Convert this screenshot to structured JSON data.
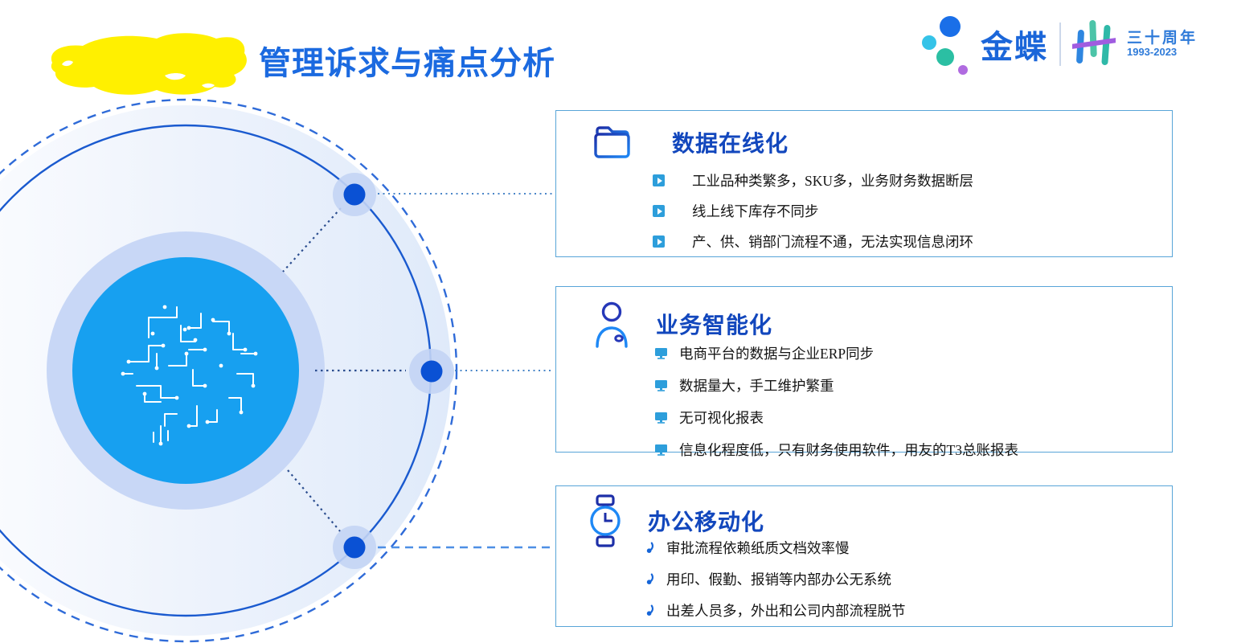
{
  "title": "管理诉求与痛点分析",
  "logo": {
    "brand": "金蝶",
    "anniversary": "三十周年",
    "years": "1993-2023"
  },
  "panels": [
    {
      "icon": "folder-icon",
      "title": "数据在线化",
      "bullets": [
        "工业品种类繁多，SKU多，业务财务数据断层",
        "线上线下库存不同步",
        "产、供、销部门流程不通，无法实现信息闭环"
      ]
    },
    {
      "icon": "user-icon",
      "title": "业务智能化",
      "bullets": [
        "电商平台的数据与企业ERP同步",
        "数据量大，手工维护繁重",
        "无可视化报表",
        "信息化程度低，只有财务使用软件，用友的T3总账报表"
      ]
    },
    {
      "icon": "watch-icon",
      "title": "办公移动化",
      "bullets": [
        "审批流程依赖纸质文档效率慢",
        "用印、假勤、报销等内部办公无系统",
        "出差人员多，外出和公司内部流程脱节"
      ]
    }
  ],
  "colors": {
    "title_blue": "#1b6ae0",
    "panel_title_blue": "#1247bd",
    "panel_border": "#58a5d8",
    "bullet_accent": "#2d9edb",
    "node_blue": "#0a51d4",
    "node_halo": "#c3d4f4",
    "center_circle": "#17a0f0",
    "inner_ring": "#c8d7f6",
    "highlighter_yellow": "#fff000",
    "logo_dot_blue": "#1a6fe8",
    "logo_dot_cyan": "#35c3e8",
    "logo_dot_teal": "#2bbfa3",
    "logo_dot_purple": "#b06be0"
  }
}
